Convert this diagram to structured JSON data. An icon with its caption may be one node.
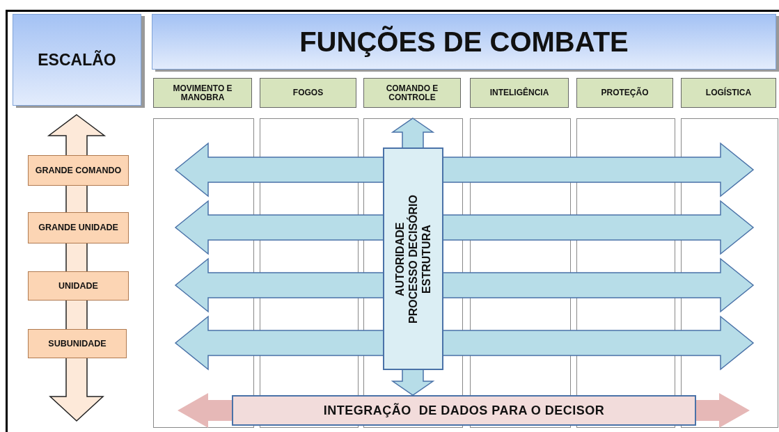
{
  "diagram": {
    "nodes": [
      {
        "text": [
          "ESCALÃO"
        ]
      },
      {
        "text": [
          "FUNÇÕES DE COMBATE"
        ]
      },
      {
        "text": [
          "MOVIMENTO E MANOBRA"
        ]
      },
      {
        "text": [
          "FOGOS"
        ]
      },
      {
        "text": [
          "COMANDO E CONTROLE"
        ]
      },
      {
        "text": [
          "INTELIGÊNCIA"
        ]
      },
      {
        "text": [
          "PROTEÇÃO"
        ]
      },
      {
        "text": [
          "LOGÍSTICA"
        ]
      },
      {
        "text": [
          "GRANDE COMANDO"
        ]
      },
      {
        "text": [
          "GRANDE UNIDADE"
        ]
      },
      {
        "text": [
          "UNIDADE"
        ]
      },
      {
        "text": [
          "SUBUNIDADE"
        ]
      },
      {
        "text": [
          "AUTORIDADE",
          "PROCESSO DECISÓRIO",
          "ESTRUTURA"
        ]
      },
      {
        "text": [
          "INTEGRAÇÃO  DE DADOS PARA O DECISOR"
        ]
      }
    ]
  }
}
